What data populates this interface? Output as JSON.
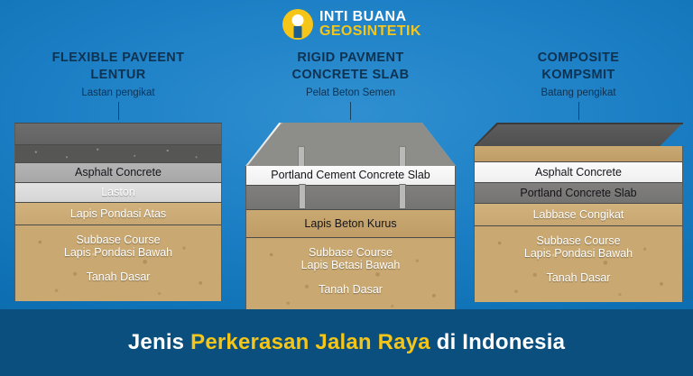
{
  "logo": {
    "icon": "inti-buana-circle-logo",
    "line1": "INTI BUANA",
    "line2": "GEOSINTETIK",
    "mark_color": "#f5c518",
    "line2_color": "#f5c518"
  },
  "banner": {
    "part1": "Jenis",
    "part2": "Perkerasan Jalan Raya",
    "part3": "di Indonesia",
    "highlight_color": "#f5c518",
    "background_color": "#0b4f7e"
  },
  "background": {
    "top_color": "#2f8fd0",
    "bottom_color": "#0a5e9c"
  },
  "columns": [
    {
      "id": "flexible-pavement",
      "title": "FLEXIBLE PAVEENT\nLENTUR",
      "title_line1": "FLEXIBLE PAVEENT",
      "title_line2": "LENTUR",
      "subtitle": "Lastan pengikat",
      "layers": [
        {
          "label": "",
          "style": "asphalt-top",
          "height": 25,
          "text_color": "dark"
        },
        {
          "label": "",
          "style": "asphalt-grit",
          "height": 20,
          "text_color": "dark"
        },
        {
          "label": "Asphalt Concrete",
          "style": "gray-mid",
          "height": 22,
          "text_color": "dark"
        },
        {
          "label": "Laston",
          "style": "gray-light",
          "height": 22,
          "text_color": "white"
        },
        {
          "label": "Lapis Pondasi Atas",
          "style": "tan-light",
          "height": 25,
          "text_color": "white"
        },
        {
          "label": "Subbase Course\nLapis Pondasi Bawah\n\nTanah Dasar",
          "style": "soil",
          "height": 84,
          "text_color": "white"
        }
      ],
      "soil_labels": [
        "Subbase Course",
        "Lapis Pondasi Bawah",
        "Tanah Dasar"
      ]
    },
    {
      "id": "rigid-pavement",
      "title_line1": "RIGID PAVMENT",
      "title_line2": "CONCRETE SLAB",
      "subtitle": "Pelat Beton Semen",
      "layers": [
        {
          "label": "",
          "style": "trapezoid-slab",
          "height": 48,
          "text_color": "dark"
        },
        {
          "label": "Portland Cement Concrete Slab",
          "style": "white-slab",
          "height": 22,
          "text_color": "dark"
        },
        {
          "label": "",
          "style": "gray-dark",
          "height": 27,
          "text_color": "dark"
        },
        {
          "label": "Lapis Beton Kurus",
          "style": "tan",
          "height": 31,
          "text_color": "dark"
        },
        {
          "label": "Subbase Course\nLapis Betasi Bawah\n\nTanah Dasar",
          "style": "soil",
          "height": 84,
          "text_color": "white"
        }
      ],
      "soil_labels": [
        "Subbase Course",
        "Lapis Betasi Bawah",
        "Tanah Dasar"
      ]
    },
    {
      "id": "composite-pavement",
      "title_line1": "COMPOSITE",
      "title_line2": "KOMPSMIT",
      "subtitle": "Batang pengikat",
      "layers": [
        {
          "label": "",
          "style": "top-3d",
          "height": 26,
          "text_color": "dark"
        },
        {
          "label": "",
          "style": "tan",
          "height": 18,
          "text_color": "dark"
        },
        {
          "label": "Asphalt Concrete",
          "style": "white-slab",
          "height": 23,
          "text_color": "dark"
        },
        {
          "label": "Portland Concrete Slab",
          "style": "gray-dark",
          "height": 23,
          "text_color": "dark"
        },
        {
          "label": "Labbase Congikat",
          "style": "tan-light",
          "height": 25,
          "text_color": "white"
        },
        {
          "label": "Subbase Course\nLapis Pondasi Bawah\n\nTanah Dasar",
          "style": "soil",
          "height": 84,
          "text_color": "white"
        }
      ],
      "soil_labels": [
        "Subbase Course",
        "Lapis Pondasi Bawah",
        "Tanah Dasar"
      ]
    }
  ]
}
